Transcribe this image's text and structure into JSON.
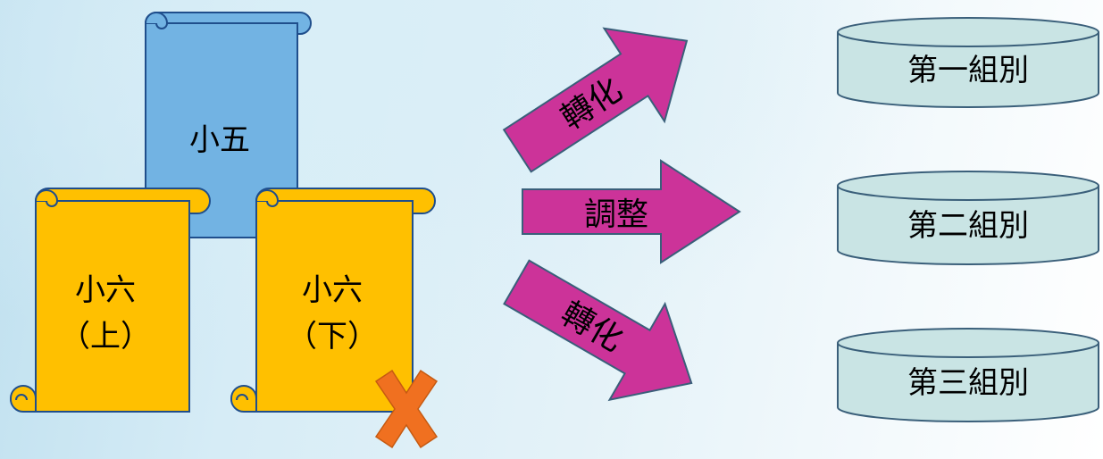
{
  "scrolls": {
    "top": {
      "label": "小五"
    },
    "left": {
      "line1": "小六",
      "line2": "（上）"
    },
    "right": {
      "line1": "小六",
      "line2": "（下）"
    }
  },
  "arrows": {
    "upper": {
      "label": "轉化"
    },
    "middle": {
      "label": "調整"
    },
    "lower": {
      "label": "轉化"
    }
  },
  "groups": [
    {
      "label": "第一組別"
    },
    {
      "label": "第二組別"
    },
    {
      "label": "第三組別"
    }
  ],
  "colors": {
    "scroll_blue": "#72b3e3",
    "scroll_yellow": "#ffc000",
    "scroll_outline": "#1f4e8c",
    "arrow_fill": "#cc3399",
    "arrow_outline": "#3a5f7a",
    "cylinder_fill": "#c9e4e4",
    "cross_fill": "#f07020"
  }
}
